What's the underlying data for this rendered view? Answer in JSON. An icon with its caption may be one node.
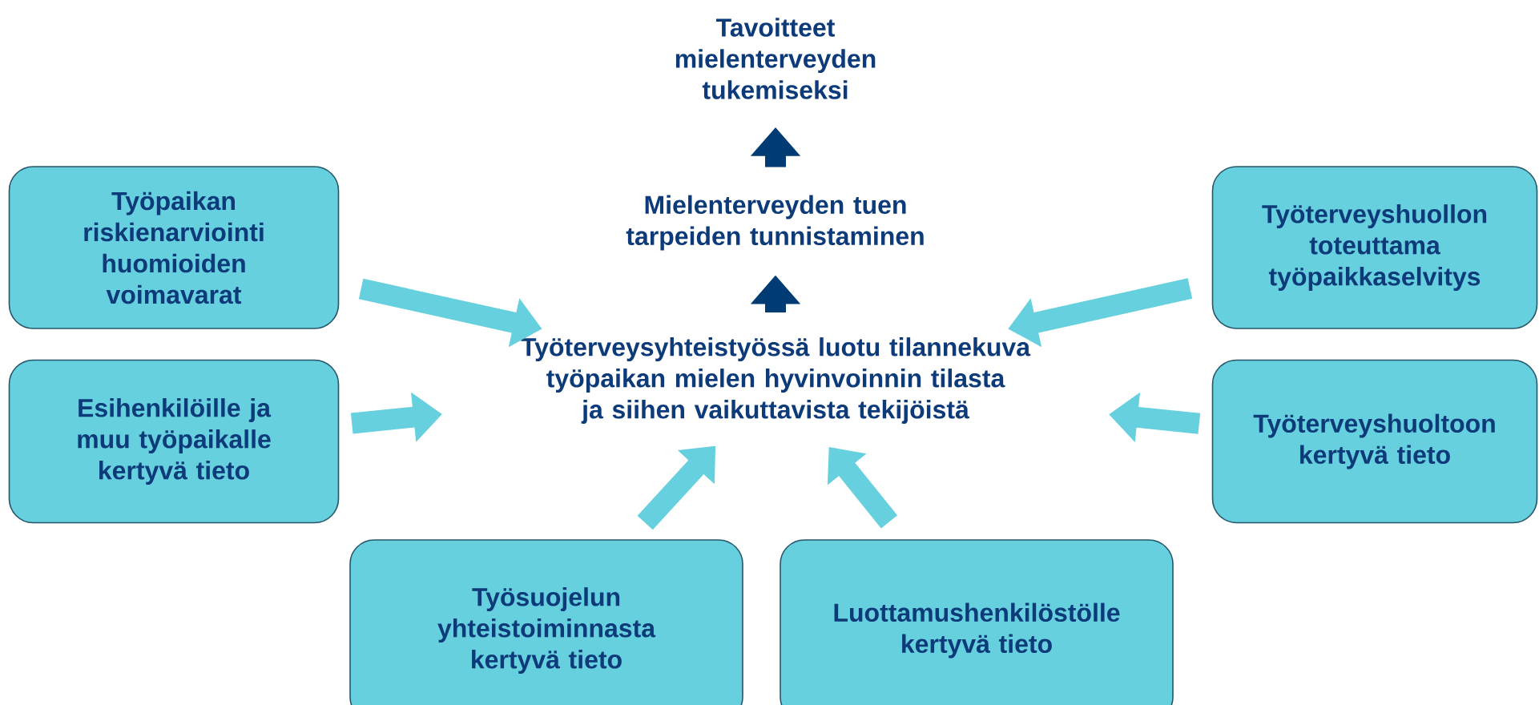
{
  "diagram": {
    "nodes": [
      {
        "text": [
          "Tavoitteet mielenterveyden tukemiseksi"
        ]
      },
      {
        "text": [
          "Mielenterveyden tuen tarpeiden tunnistaminen"
        ]
      },
      {
        "text": [
          "Työterveysyhteistyössä luotu tilannekuva työpaikan mielen hyvinvoinnin tilasta ja siihen vaikuttavista tekijöistä"
        ]
      },
      {
        "text": [
          "Työpaikan riskienarviointi huomioiden voimavarat"
        ]
      },
      {
        "text": [
          "Esihenkilöille ja muu työpaikalle kertyvä tieto"
        ]
      },
      {
        "text": [
          "Työterveyshuollon toteuttama työpaikkaselvitys"
        ]
      },
      {
        "text": [
          "Työterveyshuoltoon kertyvä tieto"
        ]
      },
      {
        "text": [
          "Työsuojelun yhteistoiminnasta kertyvä tieto"
        ]
      },
      {
        "text": [
          "Luottamushenkilöstölle kertyvä tieto"
        ]
      }
    ],
    "edges": [
      {
        "from": 3,
        "to": 2,
        "arrow": "to"
      },
      {
        "from": 4,
        "to": 2,
        "arrow": "to"
      },
      {
        "from": 5,
        "to": 2,
        "arrow": "to"
      },
      {
        "from": 6,
        "to": 2,
        "arrow": "to"
      },
      {
        "from": 7,
        "to": 2,
        "arrow": "to"
      },
      {
        "from": 8,
        "to": 2,
        "arrow": "to"
      },
      {
        "from": 2,
        "to": 1,
        "arrow": "to",
        "color": "#003b73"
      },
      {
        "from": 1,
        "to": 0,
        "arrow": "to",
        "color": "#003b73"
      }
    ]
  }
}
